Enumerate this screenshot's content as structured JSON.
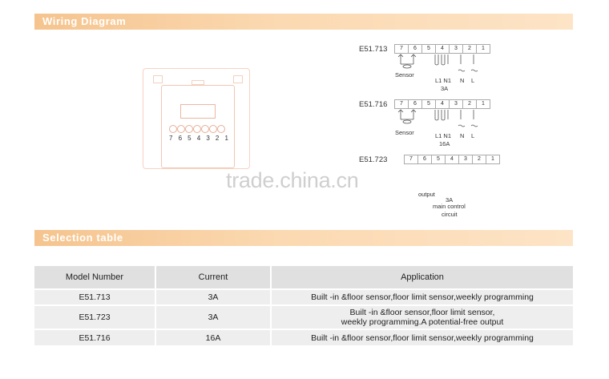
{
  "sections": {
    "wiring": "Wiring Diagram",
    "selection": "Selection table"
  },
  "device": {
    "terminal_numbers": [
      "7",
      "6",
      "5",
      "4",
      "3",
      "2",
      "1"
    ]
  },
  "wiring": {
    "blocks": [
      {
        "model": "E51.713",
        "terminals": [
          "7",
          "6",
          "5",
          "4",
          "3",
          "2",
          "1"
        ],
        "sensor_label": "Sensor",
        "l1n1": "L1  N1",
        "current": "3A",
        "n_label": "N",
        "l_label": "L"
      },
      {
        "model": "E51.716",
        "terminals": [
          "7",
          "6",
          "5",
          "4",
          "3",
          "2",
          "1"
        ],
        "sensor_label": "Sensor",
        "l1n1": "L1  N1",
        "current": "16A",
        "n_label": "N",
        "l_label": "L"
      },
      {
        "model": "E51.723",
        "terminals": [
          "7",
          "6",
          "5",
          "4",
          "3",
          "2",
          "1"
        ],
        "output_label": "output",
        "current": "3A",
        "main_control": "main control",
        "circuit": "circuit"
      }
    ]
  },
  "watermark": "trade.china.cn",
  "table": {
    "headers": [
      "Model Number",
      "Current",
      "Application"
    ],
    "rows": [
      {
        "model": "E51.713",
        "current": "3A",
        "application": [
          "Built -in &floor sensor,floor limit sensor,weekly  programming"
        ]
      },
      {
        "model": "E51.723",
        "current": "3A",
        "application": [
          "Built -in &floor sensor,floor limit sensor,",
          "weekly  programming.A potential-free output"
        ]
      },
      {
        "model": "E51.716",
        "current": "16A",
        "application": [
          "Built -in &floor sensor,floor limit sensor,weekly  programming"
        ]
      }
    ]
  }
}
